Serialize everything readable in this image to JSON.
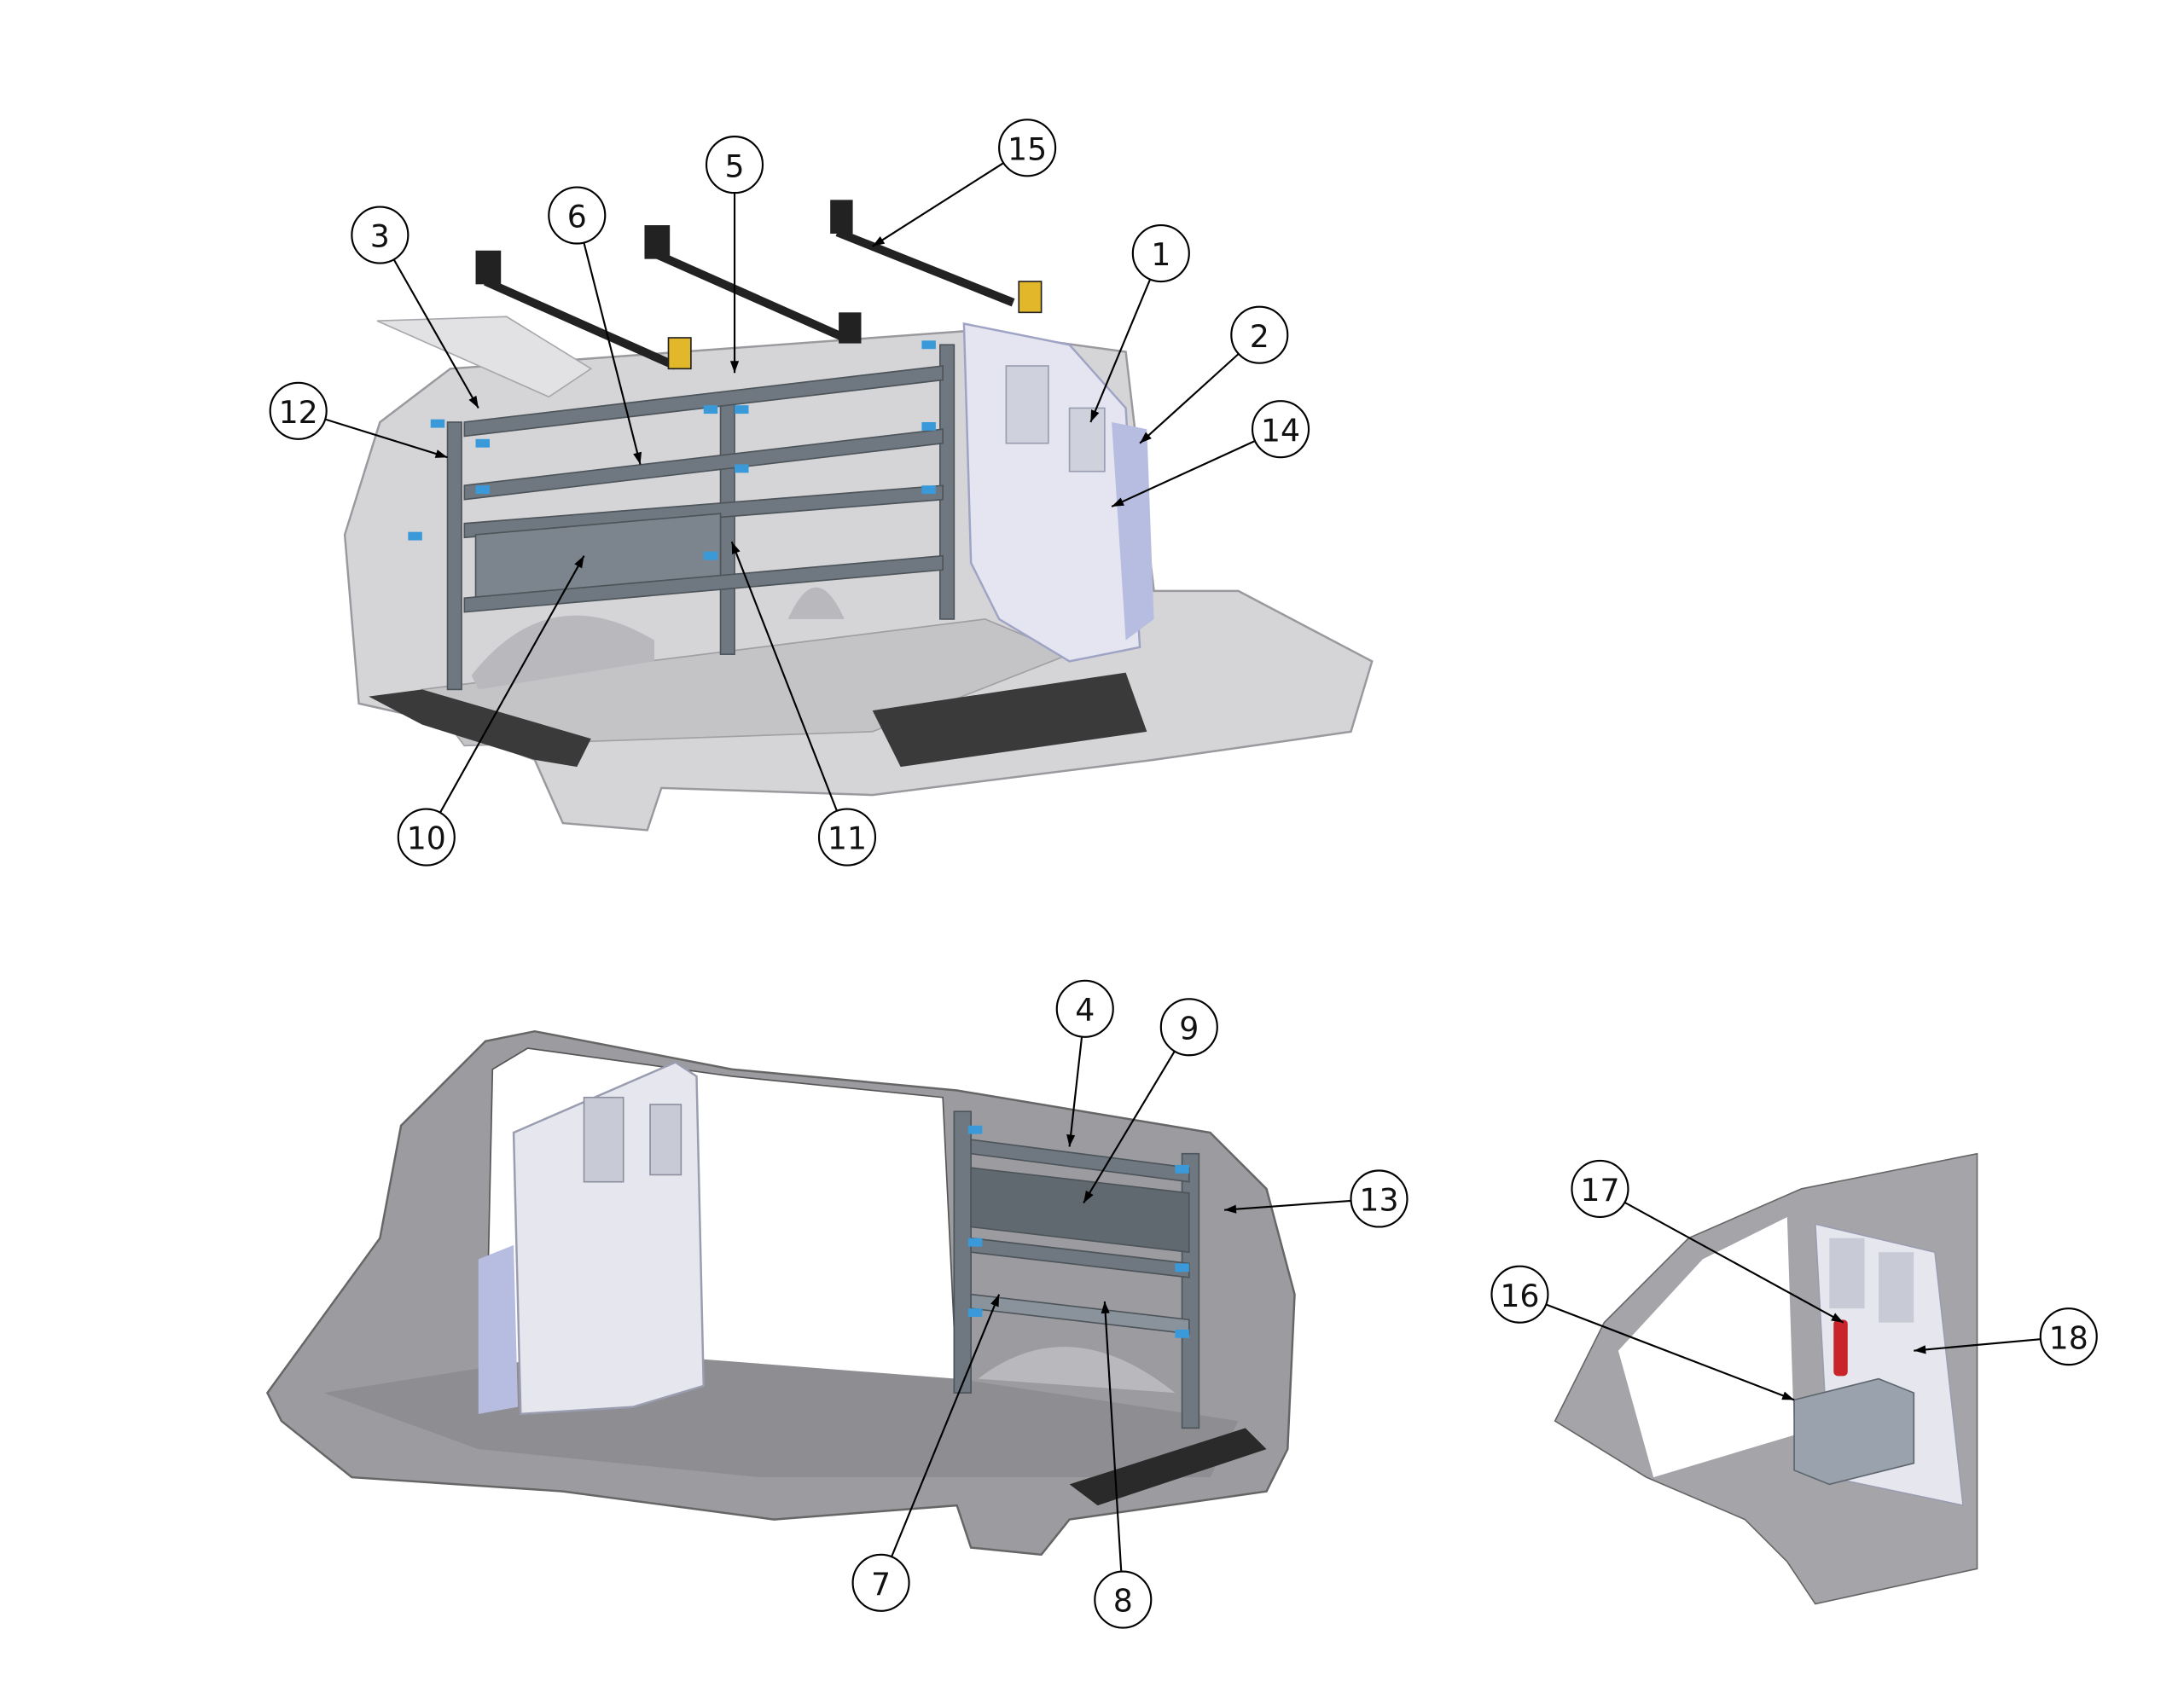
{
  "diagram": {
    "views": [
      "van-interior-rear-view",
      "van-interior-side-view",
      "van-interior-front-corner-view"
    ],
    "callouts": [
      "15",
      "5",
      "6",
      "3",
      "1",
      "2",
      "14",
      "12",
      "10",
      "11",
      "4",
      "9",
      "13",
      "7",
      "8",
      "17",
      "16",
      "18"
    ]
  },
  "colors": {
    "body": "#c9c9cc",
    "body_dark": "#8d8d92",
    "shelf": "#6f7880",
    "accent_blue": "#3a9ad9",
    "partition": "#b7bde0",
    "mat": "#3a3a3a",
    "extinguisher": "#c8242a",
    "box": "#9aa3ad"
  }
}
